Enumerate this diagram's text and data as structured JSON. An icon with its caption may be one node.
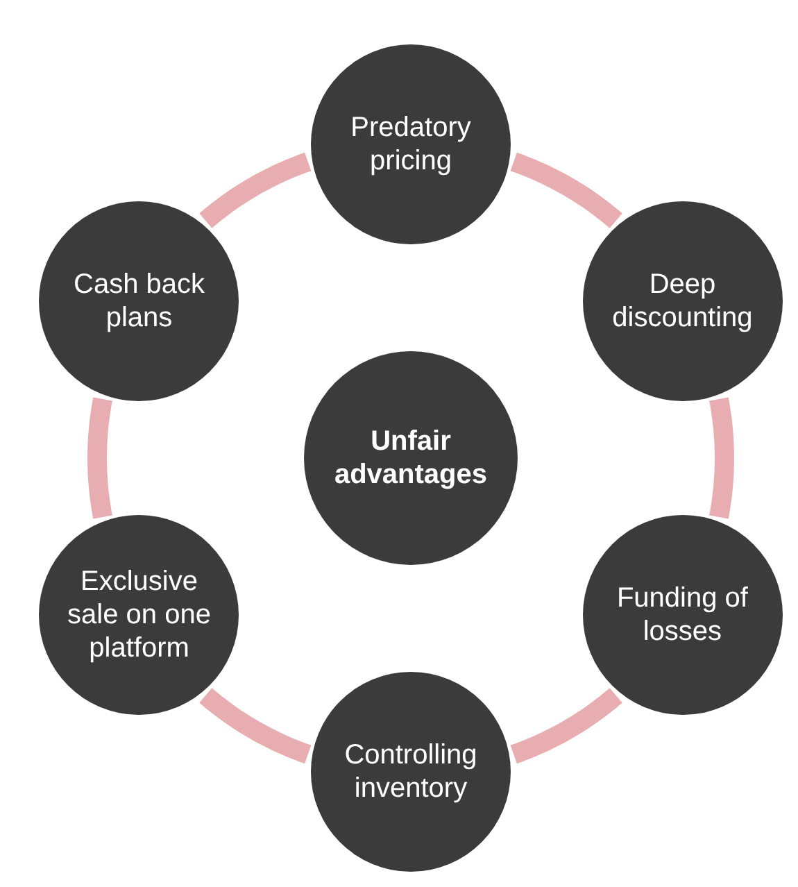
{
  "diagram": {
    "nodes": [
      {
        "text": [
          "Predatory pricing"
        ]
      },
      {
        "text": [
          "Deep discounting"
        ]
      },
      {
        "text": [
          "Funding of losses"
        ]
      },
      {
        "text": [
          "Controlling inventory"
        ]
      },
      {
        "text": [
          "Exclusive sale on one platform"
        ]
      },
      {
        "text": [
          "Cash back plans"
        ]
      },
      {
        "text": [
          "Unfair advantages"
        ]
      }
    ],
    "edges": [
      {
        "from": 0,
        "to": 1,
        "arrow": "none"
      },
      {
        "from": 1,
        "to": 2,
        "arrow": "none"
      },
      {
        "from": 2,
        "to": 3,
        "arrow": "none"
      },
      {
        "from": 3,
        "to": 4,
        "arrow": "none"
      },
      {
        "from": 4,
        "to": 5,
        "arrow": "none"
      },
      {
        "from": 5,
        "to": 0,
        "arrow": "none"
      }
    ]
  }
}
